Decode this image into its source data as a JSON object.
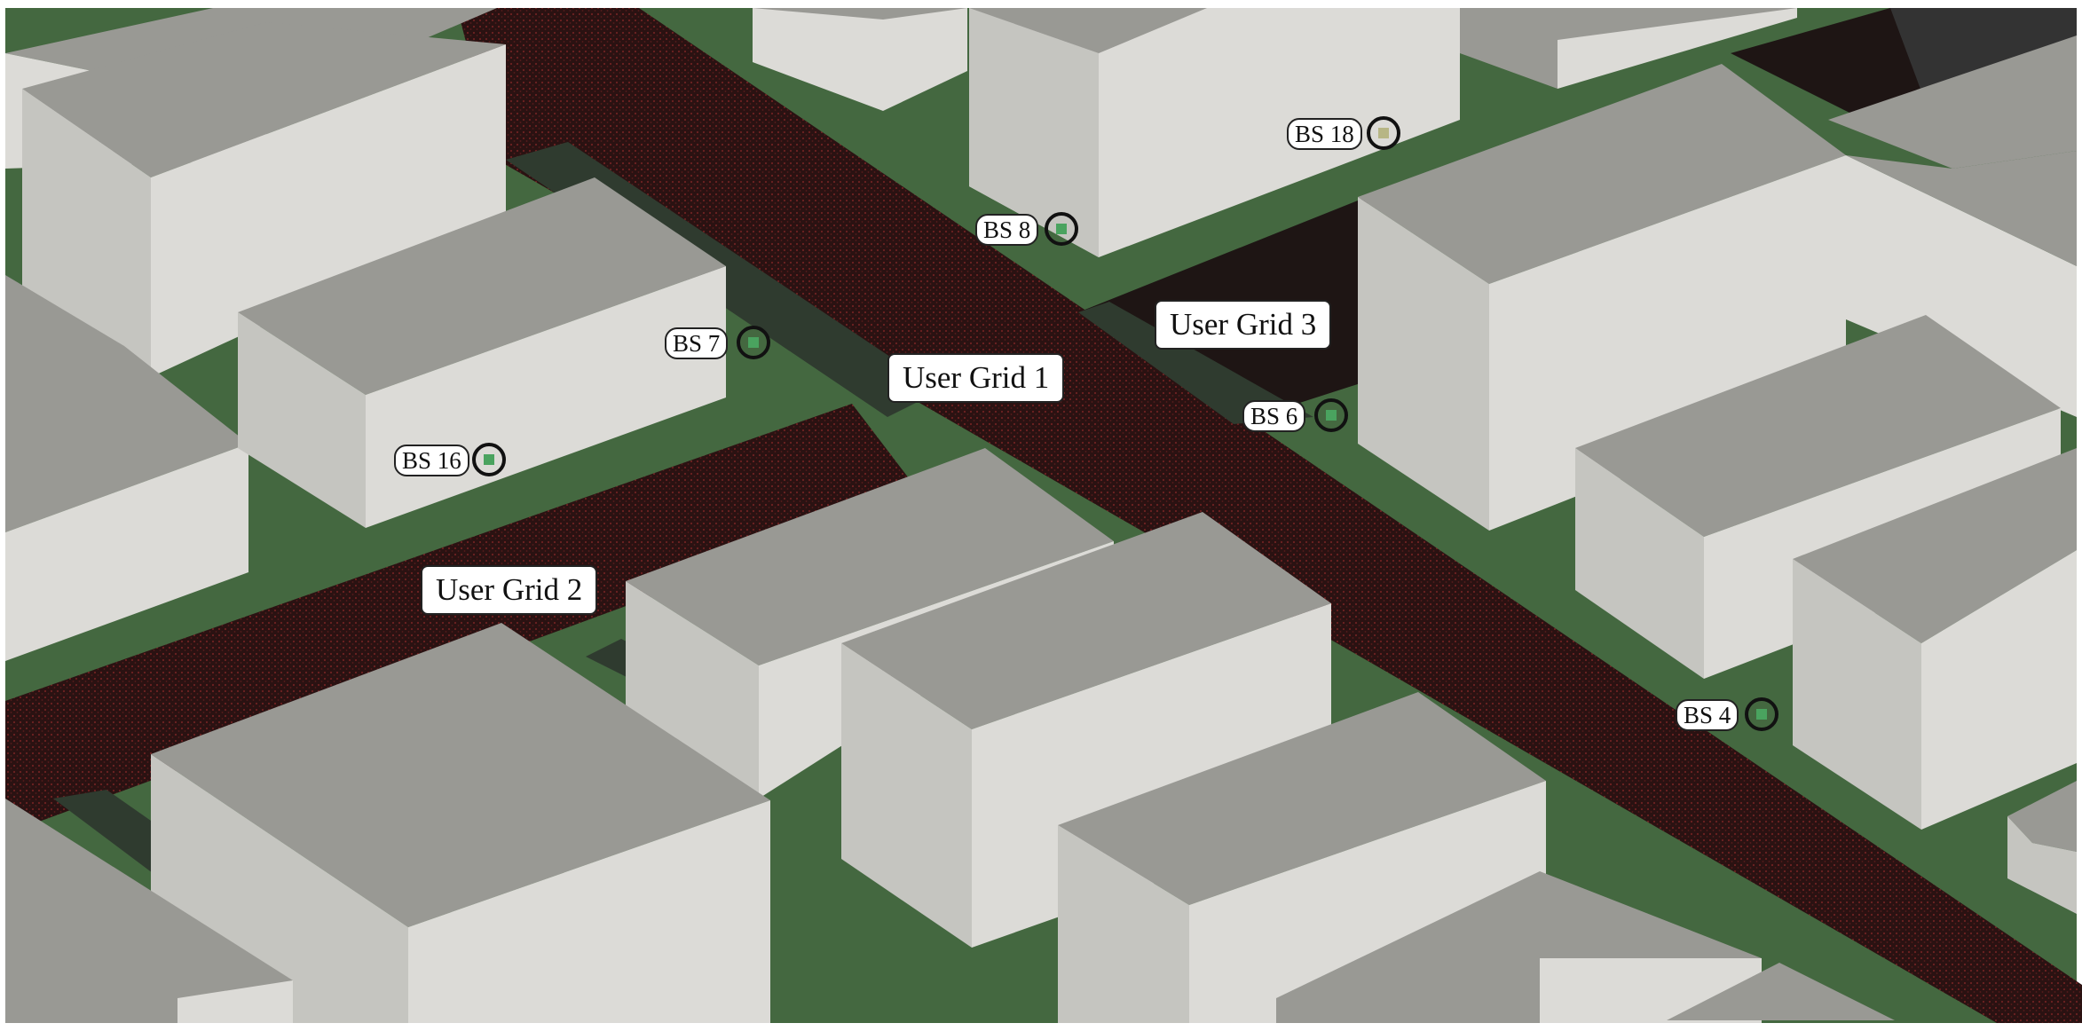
{
  "colors": {
    "ground": "#446840",
    "street_pixel": "#2a1212",
    "street_dots": "#6e2222",
    "open_area": "#1e1514",
    "dark_lot": "#333333",
    "roof": "#999994",
    "wall_left": "#c5c5c0",
    "wall_right": "#dcdbd7",
    "shadow": "#2f3b2f",
    "station_ring": "#111111",
    "station_cube": "#4aa35f",
    "station_cube_alt": "#b7b685"
  },
  "user_grids": [
    {
      "id": "grid1",
      "label": "User Grid 1"
    },
    {
      "id": "grid2",
      "label": "User Grid 2"
    },
    {
      "id": "grid3",
      "label": "User Grid 3"
    }
  ],
  "base_stations": [
    {
      "id": "bs18",
      "label": "BS 18",
      "cube_color": "alt"
    },
    {
      "id": "bs8",
      "label": "BS 8",
      "cube_color": "green"
    },
    {
      "id": "bs7",
      "label": "BS 7",
      "cube_color": "green"
    },
    {
      "id": "bs6",
      "label": "BS 6",
      "cube_color": "green"
    },
    {
      "id": "bs16",
      "label": "BS 16",
      "cube_color": "green"
    },
    {
      "id": "bs4",
      "label": "BS 4",
      "cube_color": "green"
    }
  ]
}
